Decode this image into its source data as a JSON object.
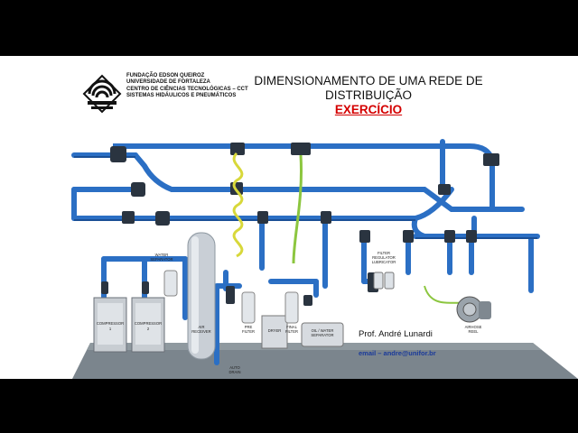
{
  "institution": {
    "lines": [
      "FUNDAÇÃO EDSON QUEIROZ",
      "UNIVERSIDADE DE FORTALEZA",
      "CENTRO DE CIÊNCIAS TECNOLÓGICAS – CCT",
      "SISTEMAS HIDÁULICOS E PNEUMÁTICOS"
    ]
  },
  "title": {
    "line1": "DIMENSIONAMENTO DE UMA REDE DE",
    "line2": "DISTRIBUIÇÃO",
    "subtitle": "EXERCÍCIO"
  },
  "diagram_labels": {
    "water_separator": [
      "WATER",
      "SEPARATOR"
    ],
    "compressor1": [
      "COMPRESSOR",
      "1"
    ],
    "compressor2": [
      "COMPRESSOR",
      "2"
    ],
    "air_receiver": [
      "AIR",
      "RECEIVER"
    ],
    "pre_filter": [
      "PRE",
      "FILTER"
    ],
    "dryer": "DRYER",
    "final_filter": [
      "FINAL",
      "FILTER"
    ],
    "oil_water_separator": [
      "OIL / WATER",
      "SEPARATOR"
    ],
    "auto_drain": [
      "AUTO",
      "DRAIN"
    ],
    "filter_regulator_lubricator": [
      "FILTER",
      "REGULATOR",
      "LUBRICATOR"
    ],
    "airhose_reel": [
      "AIRHOSE",
      "REEL"
    ]
  },
  "author": "Prof. André Lunardi",
  "email": "email – andre@unifor.br",
  "colors": {
    "pipe": "#2b6fc4",
    "pipe_dark": "#1a4f96",
    "floor": "#7b858d",
    "hose": "#d8d83a",
    "accent": "#d40000"
  }
}
